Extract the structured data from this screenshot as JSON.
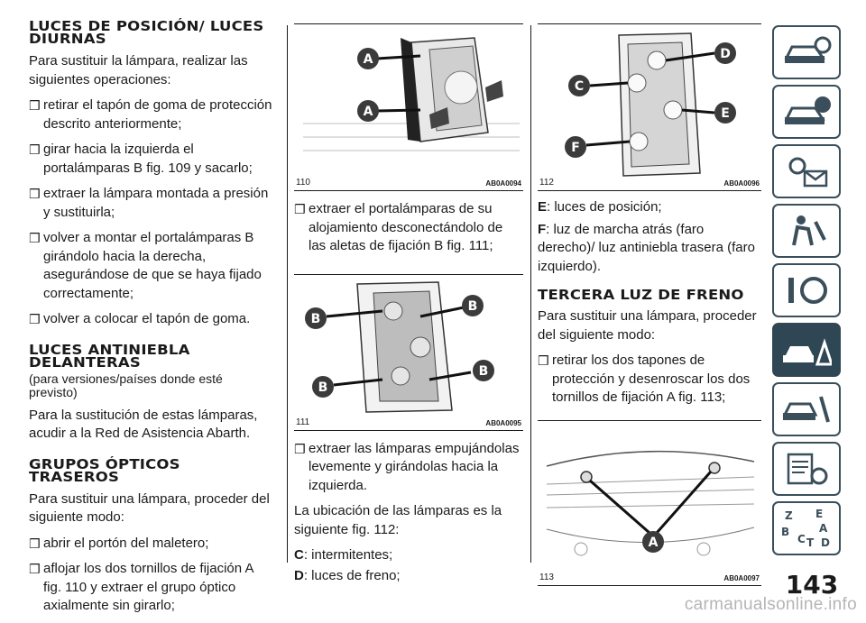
{
  "col1": {
    "s1_title": "LUCES DE POSICIÓN/ LUCES DIURNAS",
    "s1_intro": "Para sustituir la lámpara, realizar las siguientes operaciones:",
    "s1_bullets": [
      "retirar el tapón de goma de protección descrito anteriormente;",
      "girar hacia la izquierda el portalámparas B fig. 109 y sacarlo;",
      "extraer la lámpara montada a presión y sustituirla;",
      "volver a montar el portalámparas B girándolo hacia la derecha, asegurándose de que se haya fijado correctamente;",
      "volver a colocar el tapón de goma."
    ],
    "s2_title": "LUCES ANTINIEBLA DELANTERAS",
    "s2_sub": "(para versiones/países donde esté previsto)",
    "s2_text": "Para la sustitución de estas lámparas, acudir a la Red de Asistencia Abarth.",
    "s3_title": "GRUPOS ÓPTICOS TRASEROS",
    "s3_intro": "Para sustituir una lámpara, proceder del siguiente modo:",
    "s3_bullets": [
      "abrir el portón del maletero;",
      "aflojar los dos tornillos de fijación A fig. 110 y extraer el grupo óptico axialmente sin girarlo;"
    ]
  },
  "col2": {
    "fig110": {
      "num": "110",
      "code": "AB0A0094",
      "label_a": "A"
    },
    "bullet1": "extraer el portalámparas de su alojamiento desconectándolo de las aletas de fijación B fig. 111;",
    "fig111": {
      "num": "111",
      "code": "AB0A0095",
      "label_b": "B"
    },
    "bullet2": "extraer las lámparas empujándolas levemente y girándolas hacia la izquierda.",
    "text1": "La ubicación de las lámparas es la siguiente fig. 112:",
    "legend": [
      {
        "key": "C",
        "text": ": intermitentes;"
      },
      {
        "key": "D",
        "text": ": luces de freno;"
      }
    ]
  },
  "col3": {
    "fig112": {
      "num": "112",
      "code": "AB0A0096",
      "c": "C",
      "d": "D",
      "e": "E",
      "f": "F"
    },
    "legend": [
      {
        "key": "E",
        "text": ": luces de posición;"
      },
      {
        "key": "F",
        "text": ": luz de marcha atrás (faro derecho)/ luz antiniebla trasera (faro izquierdo)."
      }
    ],
    "s_title": "TERCERA LUZ DE FRENO",
    "s_intro": "Para sustituir una lámpara, proceder del siguiente modo:",
    "bullet1": "retirar los dos tapones de protección y desenroscar los dos tornillos de fijación A fig. 113;",
    "fig113": {
      "num": "113",
      "code": "AB0A0097",
      "label_a": "A"
    }
  },
  "sidebar": {
    "tabs": [
      "car-info-icon",
      "car-i-icon",
      "lights-message-icon",
      "airbag-person-icon",
      "tools-wheel-icon",
      "car-breakdown-icon",
      "car-service-icon",
      "index-settings-icon",
      "alphabet-index-icon"
    ],
    "active_index": 5,
    "alphabet_letters": [
      "Z",
      "E",
      "A",
      "B",
      "C",
      "T",
      "D"
    ]
  },
  "page_number": "143",
  "watermark": "carmanualsonline.info",
  "bullet_glyph": "❒",
  "colors": {
    "tab": "#3a4f5b",
    "tab_active": "#2f4654",
    "label_bg": "#3b3b3b"
  }
}
